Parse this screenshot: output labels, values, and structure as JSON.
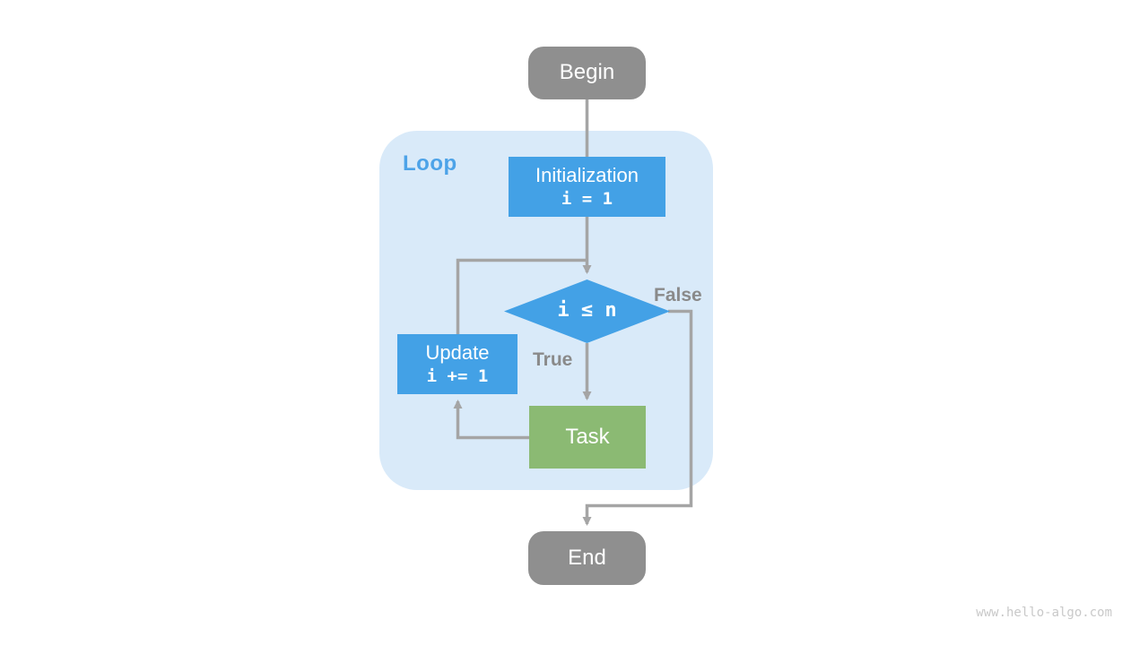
{
  "diagram": {
    "loop_label": "Loop",
    "nodes": {
      "begin": {
        "label": "Begin"
      },
      "initialization": {
        "title": "Initialization",
        "code": "i = 1"
      },
      "condition": {
        "code": "i ≤ n"
      },
      "update": {
        "title": "Update",
        "code": "i += 1"
      },
      "task": {
        "label": "Task"
      },
      "end": {
        "label": "End"
      }
    },
    "edge_labels": {
      "true_branch": "True",
      "false_branch": "False"
    },
    "colors": {
      "process_blue": "#43a1e6",
      "task_green": "#8bba73",
      "terminal_gray": "#8f8f8f",
      "loop_container_bg": "#d9eaf9",
      "loop_label_blue": "#4da3e8",
      "arrow_gray": "#a5a5a5",
      "edge_label_gray": "#8a8a8a",
      "watermark_gray": "#c9c9c9"
    }
  },
  "watermark": "www.hello-algo.com"
}
